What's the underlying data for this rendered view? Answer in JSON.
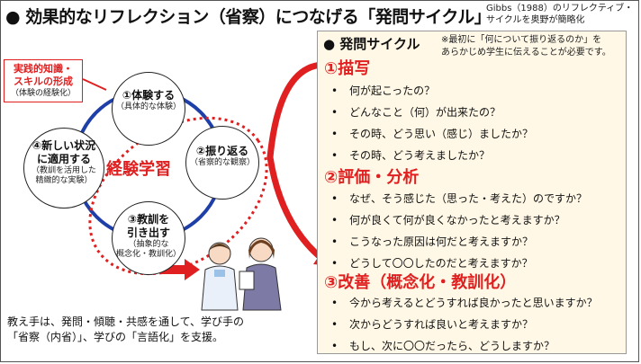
{
  "title": "● 効果的なリフレクション（省察）につなげる「発問サイクル」",
  "gibbs_note": [
    "Gibbs（1988）のリフレクティブ・",
    "サイクルを奥野が簡略化"
  ],
  "cycle": {
    "heading": "● 発問サイクル",
    "note": [
      "※最初に「何について振り返るのか」を",
      "あらかじめ学生に伝えることが必要です。"
    ],
    "sections": [
      {
        "title": "①描写",
        "questions": [
          "何が起こったの？",
          "どんなこと（何）が出来たの？",
          "その時、どう思い（感じ）ましたか？",
          "その時、どう考えましたか？"
        ]
      },
      {
        "title": "②評価・分析",
        "questions": [
          "なぜ、そう感じた（思った・考えた）のですか？",
          "何が良くて何が良くなかったと考えますか？",
          "こうなった原因は何だと考えますか？",
          "どうして〇〇したのだと考えますか？"
        ]
      },
      {
        "title": "③改善（概念化・教訓化）",
        "questions": [
          "今から考えるとどうすれば良かったと思いますか？",
          "次からどうすれば良いと考えますか？",
          "もし、次に〇〇だったら、どうしますか？"
        ]
      }
    ]
  },
  "experiential": {
    "label": "経験学習",
    "practical_knowledge": {
      "title": [
        "実践的知識・",
        "スキルの形成"
      ],
      "sub": "（体験の経験化）"
    },
    "nodes": [
      {
        "title": [
          "①体験する"
        ],
        "sub": [
          "（具体的な体験）"
        ]
      },
      {
        "title": [
          "②振り返る"
        ],
        "sub": [
          "（省察的な観察）"
        ]
      },
      {
        "title": [
          "③教訓を",
          "引き出す"
        ],
        "sub": [
          "（抽象的な",
          "概念化・教訓化）"
        ]
      },
      {
        "title": [
          "④新しい状況",
          "に適用する"
        ],
        "sub": [
          "（教訓を活用した",
          "精緻的な実験）"
        ]
      }
    ]
  },
  "teacher_text": [
    "教え手は、発問・傾聴・共感を通して、学び手の",
    "「省察（内省）」、学びの「言語化」を支援。"
  ],
  "colors": {
    "red": "#e02020",
    "blue": "#1f3fa8",
    "box_bg": "#fff8e6"
  }
}
